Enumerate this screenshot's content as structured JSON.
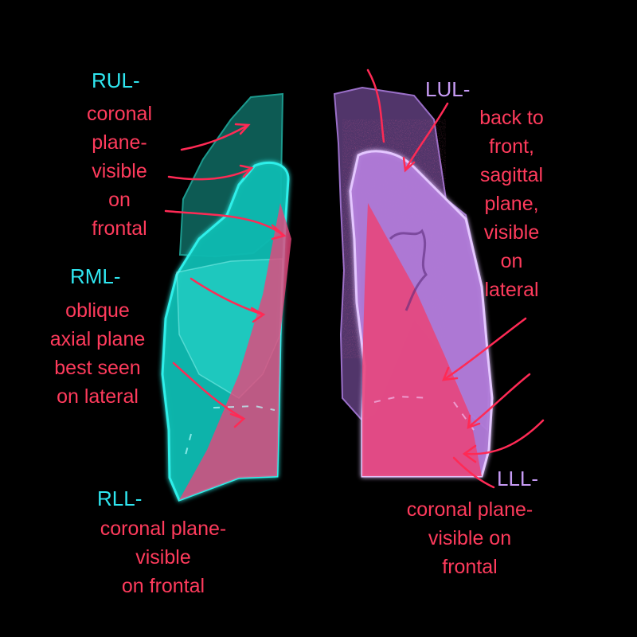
{
  "colors": {
    "background": "#000000",
    "text_red": "#ff3b5c",
    "right_lobe_label": "#2fe6f0",
    "left_lobe_label": "#c79bf5",
    "right_upper_fill": "#0f6b63",
    "right_middle_fill": "#18d8d2",
    "right_lower_fill": "#10b9b0",
    "left_upper_fill": "#5a3b75",
    "left_lingula_fill": "#b07ad8",
    "oblique_fissure_fill": "#e8447a",
    "arrow": "#ff2a55"
  },
  "labels": {
    "rul": {
      "name": "RUL-",
      "desc": [
        "coronal",
        "plane-",
        "visible",
        "on",
        "frontal"
      ]
    },
    "rml": {
      "name": "RML-",
      "desc": [
        "oblique",
        "axial plane",
        "best seen",
        "on lateral"
      ]
    },
    "rll": {
      "name": "RLL-",
      "desc": [
        "coronal plane-",
        "visible",
        "on frontal"
      ]
    },
    "lul": {
      "name": "LUL-",
      "desc": [
        "back to",
        "front,",
        "sagittal",
        "plane,",
        "visible",
        "on",
        "lateral"
      ]
    },
    "lll": {
      "name": "LLL-",
      "desc": [
        "coronal plane-",
        "visible on",
        "frontal"
      ]
    }
  }
}
